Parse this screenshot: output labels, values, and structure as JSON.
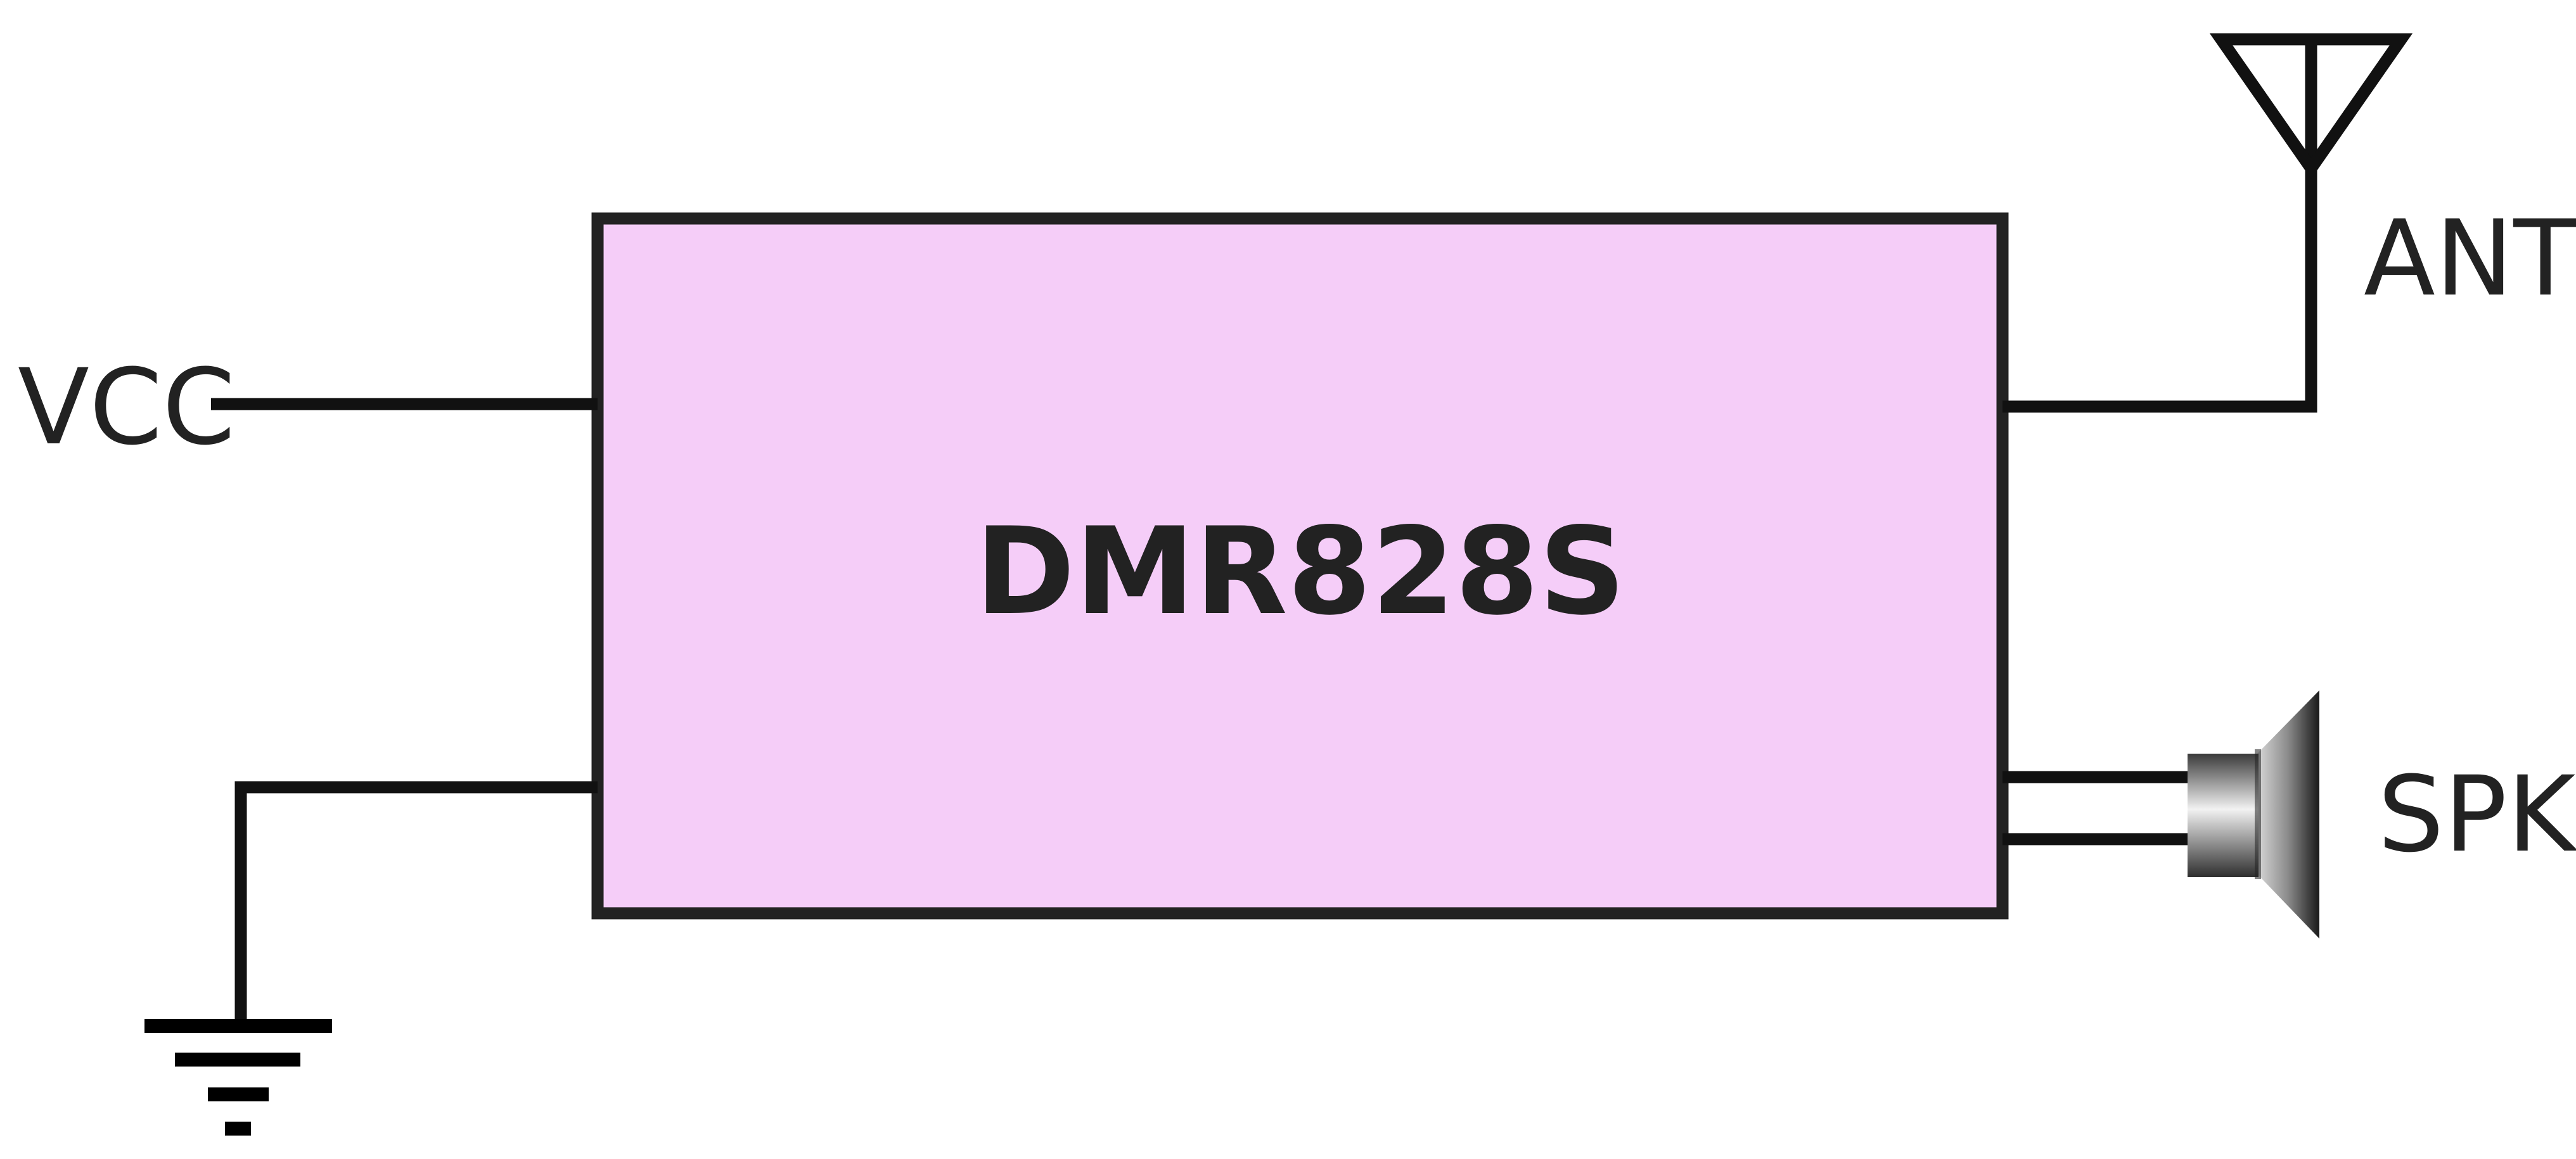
{
  "module": {
    "name": "DMR828S",
    "fill_color": "#f5cdf8",
    "outline_color": "#222222"
  },
  "pins": {
    "vcc": "VCC",
    "ant": "ANT",
    "spk": "SPK"
  },
  "symbols": {
    "antenna": "antenna-icon",
    "speaker": "speaker-icon",
    "ground": "ground-icon"
  }
}
